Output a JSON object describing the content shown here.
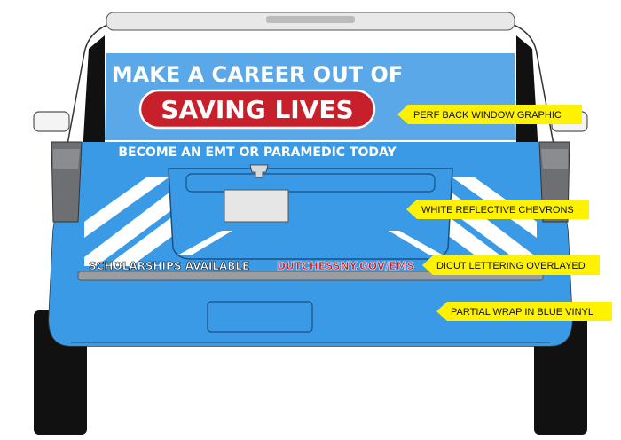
{
  "graphic": {
    "headline_line1": "MAKE A CAREER OUT OF",
    "headline_line2": "SAVING LIVES",
    "subheadline": "BECOME AN EMT OR PARAMEDIC TODAY",
    "scholarships": "SCHOLARSHIPS AVAILABLE",
    "website": "DUTCHESSNY.GOV/EMS"
  },
  "callouts": [
    {
      "label": "PERF BACK WINDOW GRAPHIC"
    },
    {
      "label": "WHITE REFLECTIVE CHEVRONS"
    },
    {
      "label": "DICUT LETTERING OVERLAYED"
    },
    {
      "label": "PARTIAL WRAP IN BLUE VINYL"
    }
  ],
  "colors": {
    "wrap_blue": "#3a9ae6",
    "window_blue": "#5aa8e8",
    "banner_red": "#c8202a",
    "callout_yellow": "#fff200",
    "tire_black": "#111111",
    "trim_gray": "#9a9ea3"
  }
}
